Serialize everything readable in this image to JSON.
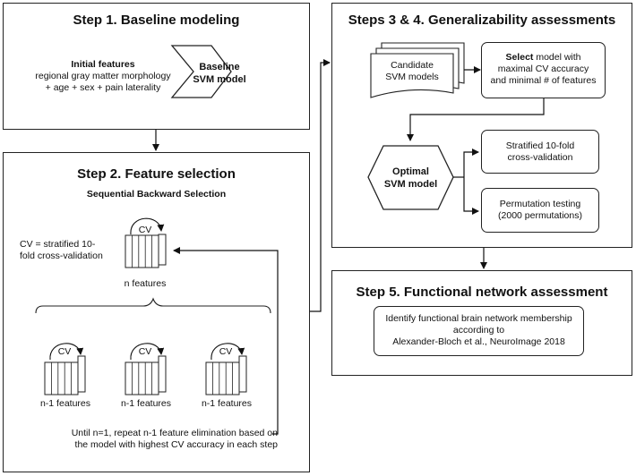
{
  "step1": {
    "title": "Step 1. Baseline modeling",
    "initial_features_heading": "Initial features",
    "initial_features_line1": "regional gray matter morphology",
    "initial_features_line2": "+ age + sex + pain laterality",
    "baseline_line1": "Baseline",
    "baseline_line2": "SVM model"
  },
  "step2": {
    "title": "Step 2. Feature selection",
    "subtitle": "Sequential Backward Selection",
    "cv_label": "CV",
    "cv_def_line1": "CV = stratified 10-",
    "cv_def_line2": "fold cross-validation",
    "n_features": "n features",
    "n1_features": "n-1 features",
    "loop_line1": "Until n=1, repeat n-1 feature elimination based on",
    "loop_line2": "the model with highest CV accuracy in each step"
  },
  "step34": {
    "title": "Steps 3 & 4. Generalizability assessments",
    "candidate_line1": "Candidate",
    "candidate_line2": "SVM models",
    "select_bold": "Select",
    "select_rest1": " model with",
    "select_line2": "maximal CV accuracy",
    "select_line3": "and minimal # of features",
    "optimal_line1": "Optimal",
    "optimal_line2": "SVM model",
    "strat_line1": "Stratified 10-fold",
    "strat_line2": "cross-validation",
    "perm_line1": "Permutation testing",
    "perm_line2": "(2000 permutations)"
  },
  "step5": {
    "title": "Step 5. Functional network assessment",
    "line1": "Identify functional brain network membership",
    "line2": "according to",
    "line3": "Alexander-Bloch et al., NeuroImage 2018"
  }
}
